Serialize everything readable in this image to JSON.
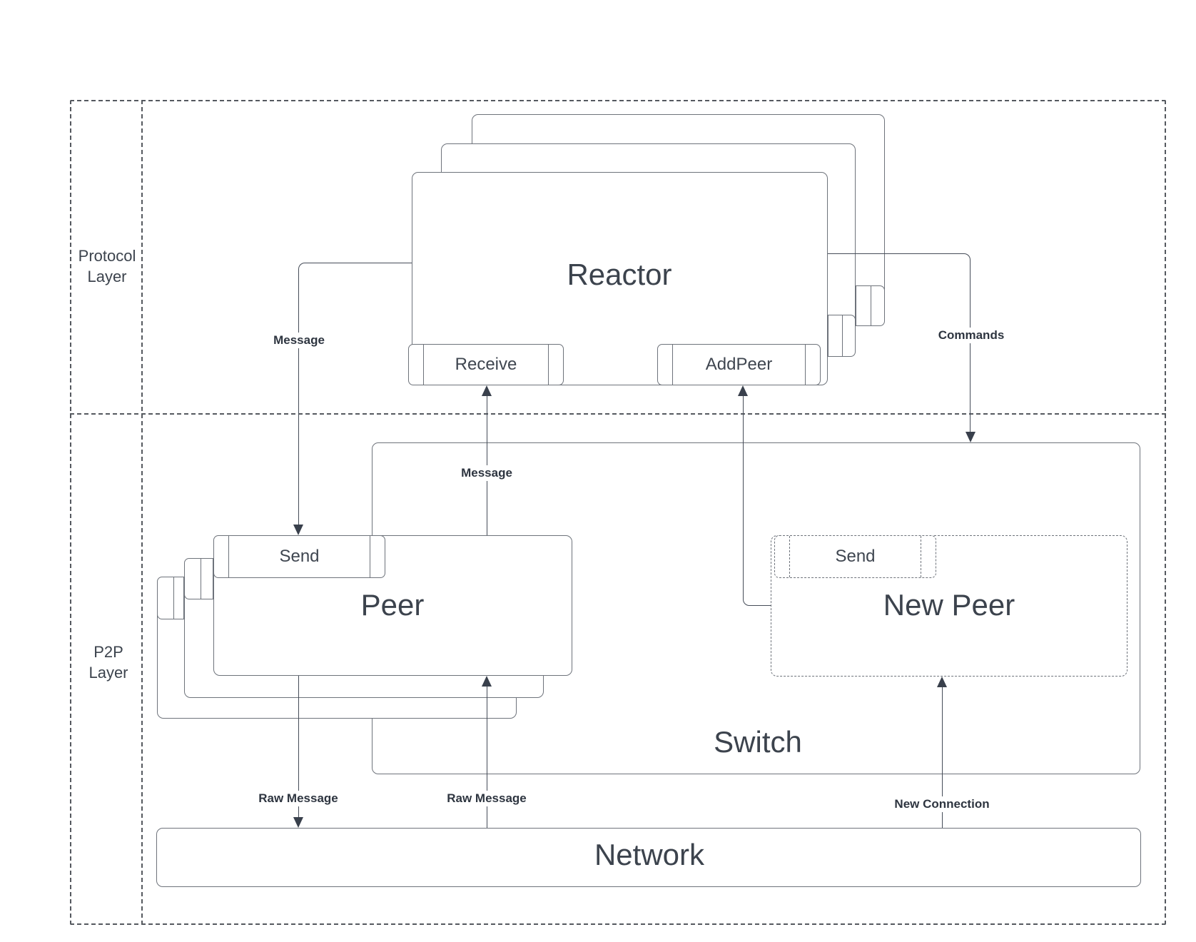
{
  "diagram": {
    "layers": {
      "protocol": {
        "label_line1": "Protocol",
        "label_line2": "Layer"
      },
      "p2p": {
        "label_line1": "P2P",
        "label_line2": "Layer"
      }
    },
    "nodes": {
      "reactor": {
        "label": "Reactor"
      },
      "receive": {
        "label": "Receive"
      },
      "add_peer": {
        "label": "AddPeer"
      },
      "peer": {
        "label": "Peer"
      },
      "peer_send": {
        "label": "Send"
      },
      "switch": {
        "label": "Switch"
      },
      "new_peer": {
        "label": "New Peer"
      },
      "new_peer_send": {
        "label": "Send"
      },
      "network": {
        "label": "Network"
      }
    },
    "edges": {
      "message_reactor_to_peer": {
        "label": "Message"
      },
      "message_peer_to_reactor": {
        "label": "Message"
      },
      "commands_reactor_to_switch": {
        "label": "Commands"
      },
      "raw_message_peer_to_network": {
        "label": "Raw Message"
      },
      "raw_message_network_to_peer": {
        "label": "Raw Message"
      },
      "new_connection_network_to_new_peer": {
        "label": "New Connection"
      }
    },
    "colors": {
      "background": "#ffffff",
      "box_border": "#6e737b",
      "boundary_dash": "#55595f",
      "connector_line": "#454c58",
      "arrowhead": "#39404c",
      "node_text": "#3c434d",
      "edge_label_text": "#2e3540"
    }
  }
}
